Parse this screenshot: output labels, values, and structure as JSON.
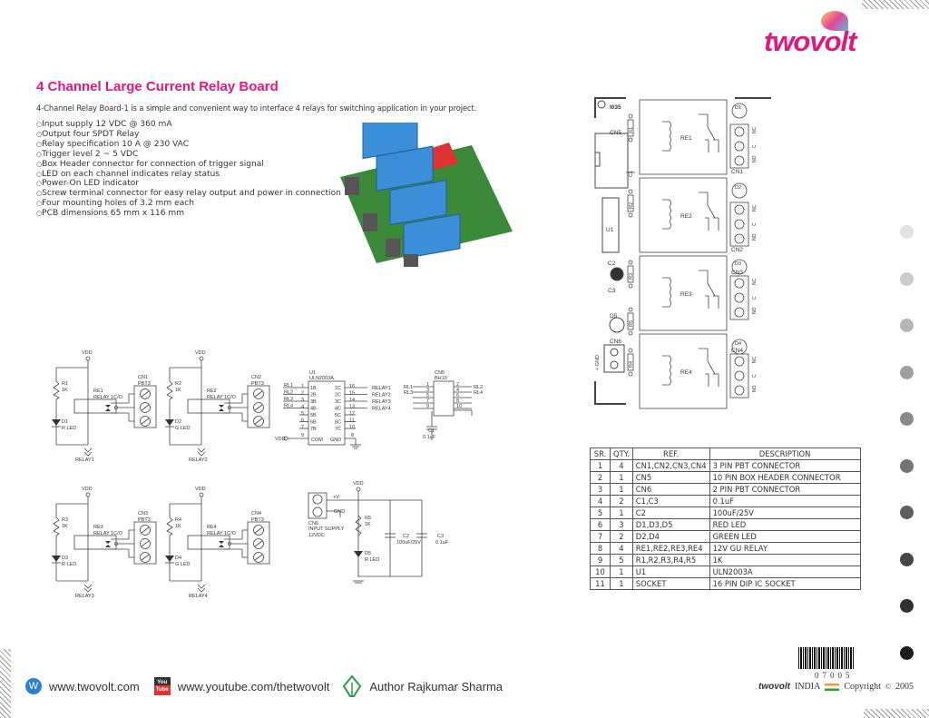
{
  "brand": {
    "logo": "twovolt",
    "colors": {
      "accent": "#e0197d",
      "table_border": "#555555"
    }
  },
  "title": "4 Channel Large Current Relay Board",
  "intro": "4-Channel Relay Board-1 is a simple and convenient way to interface 4 relays for switching application in your project.",
  "features": [
    "Input supply 12 VDC @ 360 mA",
    "Output four SPDT Relay",
    "Relay specification 10 A @ 230 VAC",
    "Trigger level 2 ~ 5 VDC",
    "Box Header connector for connection of trigger signal",
    "LED on each channel indicates relay status",
    "Power-On LED indicator",
    "Screw terminal connector for easy relay output and power in connection",
    "Four mounting holes of 3.2 mm each",
    "PCB dimensions 65 mm x 116 mm"
  ],
  "schematic": {
    "channels": [
      {
        "vdd": "VDD",
        "r": "R1",
        "rv": "1K",
        "d": "D1",
        "dv": "R LED",
        "re": "RE1",
        "rev": "RELAY 1C/O",
        "cn": "CN1",
        "cnv": "PBT3",
        "out": "RELAY1"
      },
      {
        "vdd": "VDD",
        "r": "R2",
        "rv": "1K",
        "d": "D2",
        "dv": "G LED",
        "re": "RE2",
        "rev": "RELAY 1C/O",
        "cn": "CN2",
        "cnv": "PBT3",
        "out": "RELAY2"
      },
      {
        "vdd": "VDD",
        "r": "R3",
        "rv": "1K",
        "d": "D3",
        "dv": "R LED",
        "re": "RE3",
        "rev": "RELAY 1C/O",
        "cn": "CN3",
        "cnv": "PBT3",
        "out": "RELAY3"
      },
      {
        "vdd": "VDD",
        "r": "R4",
        "rv": "1K",
        "d": "D4",
        "dv": "G LED",
        "re": "RE4",
        "rev": "RELAY 1C/O",
        "cn": "CN4",
        "cnv": "PBT3",
        "out": "RELAY4"
      }
    ],
    "u1": {
      "name": "U1",
      "part": "ULN2003A",
      "inputs": [
        "RL1",
        "RL2",
        "RL3",
        "RL4"
      ],
      "left_pins": [
        "1B",
        "2B",
        "3B",
        "4B",
        "5B",
        "6B",
        "7B"
      ],
      "right_pins": [
        "1C",
        "2C",
        "3C",
        "4C",
        "5C",
        "6C",
        "7C"
      ],
      "outputs": [
        "RELAY1",
        "RELAY2",
        "RELAY3",
        "RELAY4"
      ],
      "com": "COM",
      "gnd": "GND",
      "vdd": "VDD"
    },
    "cn5": {
      "name": "CN5",
      "part": "BH10",
      "left": [
        "RL1",
        "RL3"
      ],
      "right": [
        "RL2",
        "RL4"
      ],
      "c1": "C1",
      "c1v": "0.1uF"
    },
    "supply": {
      "cn6": "CN6",
      "label": "INPUT SUPPLY",
      "voltage": "12VDC",
      "plus": "+V",
      "gnd": "GND",
      "vdd": "VDD",
      "r5": "R5",
      "r5v": "1K",
      "d5": "D5",
      "d5v": "R LED",
      "c2": "C2",
      "c2v": "100uF/25V",
      "c3": "C3",
      "c3v": "0.1uF"
    }
  },
  "pcb": {
    "code": "I035",
    "cn5": "CN5",
    "u1": "U1",
    "cn6": "CN6",
    "cn6_pins": "+ GND",
    "relays": [
      "RE1",
      "RE2",
      "RE3",
      "RE4"
    ],
    "resistors": [
      "R1",
      "R2",
      "R3",
      "R4",
      "R5"
    ],
    "leds": [
      "D1",
      "D2",
      "D3",
      "D4",
      "D5"
    ],
    "caps": [
      "C1",
      "C2",
      "C3"
    ],
    "connectors": [
      "CN1",
      "CN2",
      "CN3",
      "CN4"
    ],
    "terminal_labels": [
      "NC",
      "C",
      "NO"
    ]
  },
  "bom": {
    "headers": [
      "SR.",
      "QTY.",
      "REF.",
      "DESCRIPTION"
    ],
    "rows": [
      [
        "1",
        "4",
        "CN1,CN2,CN3,CN4",
        "3 PIN PBT CONNECTOR"
      ],
      [
        "2",
        "1",
        "CN5",
        "10 PIN BOX HEADER CONNECTOR"
      ],
      [
        "3",
        "1",
        "CN6",
        "2 PIN PBT CONNECTOR"
      ],
      [
        "4",
        "2",
        "C1,C3",
        "0.1uF"
      ],
      [
        "5",
        "1",
        "C2",
        "100uF/25V"
      ],
      [
        "6",
        "3",
        "D1,D3,D5",
        "RED LED"
      ],
      [
        "7",
        "2",
        "D2,D4",
        "GREEN LED"
      ],
      [
        "8",
        "4",
        "RE1,RE2,RE3,RE4",
        "12V GU RELAY"
      ],
      [
        "9",
        "5",
        "R1,R2,R3,R4,R5",
        "1K"
      ],
      [
        "10",
        "1",
        "U1",
        "ULN2003A"
      ],
      [
        "11",
        "1",
        "SOCKET",
        "16 PIN DIP IC SOCKET"
      ]
    ]
  },
  "barcode": "07005",
  "copyright": {
    "brand": "twovolt",
    "country": "INDIA",
    "text": "Copyright",
    "symbol": "©",
    "year": "2005"
  },
  "footer": {
    "website": "www.twovolt.com",
    "youtube": "www.youtube.com/thetwovolt",
    "youtube_icon_text": "You Tube",
    "author": "Author Rajkumar Sharma"
  }
}
